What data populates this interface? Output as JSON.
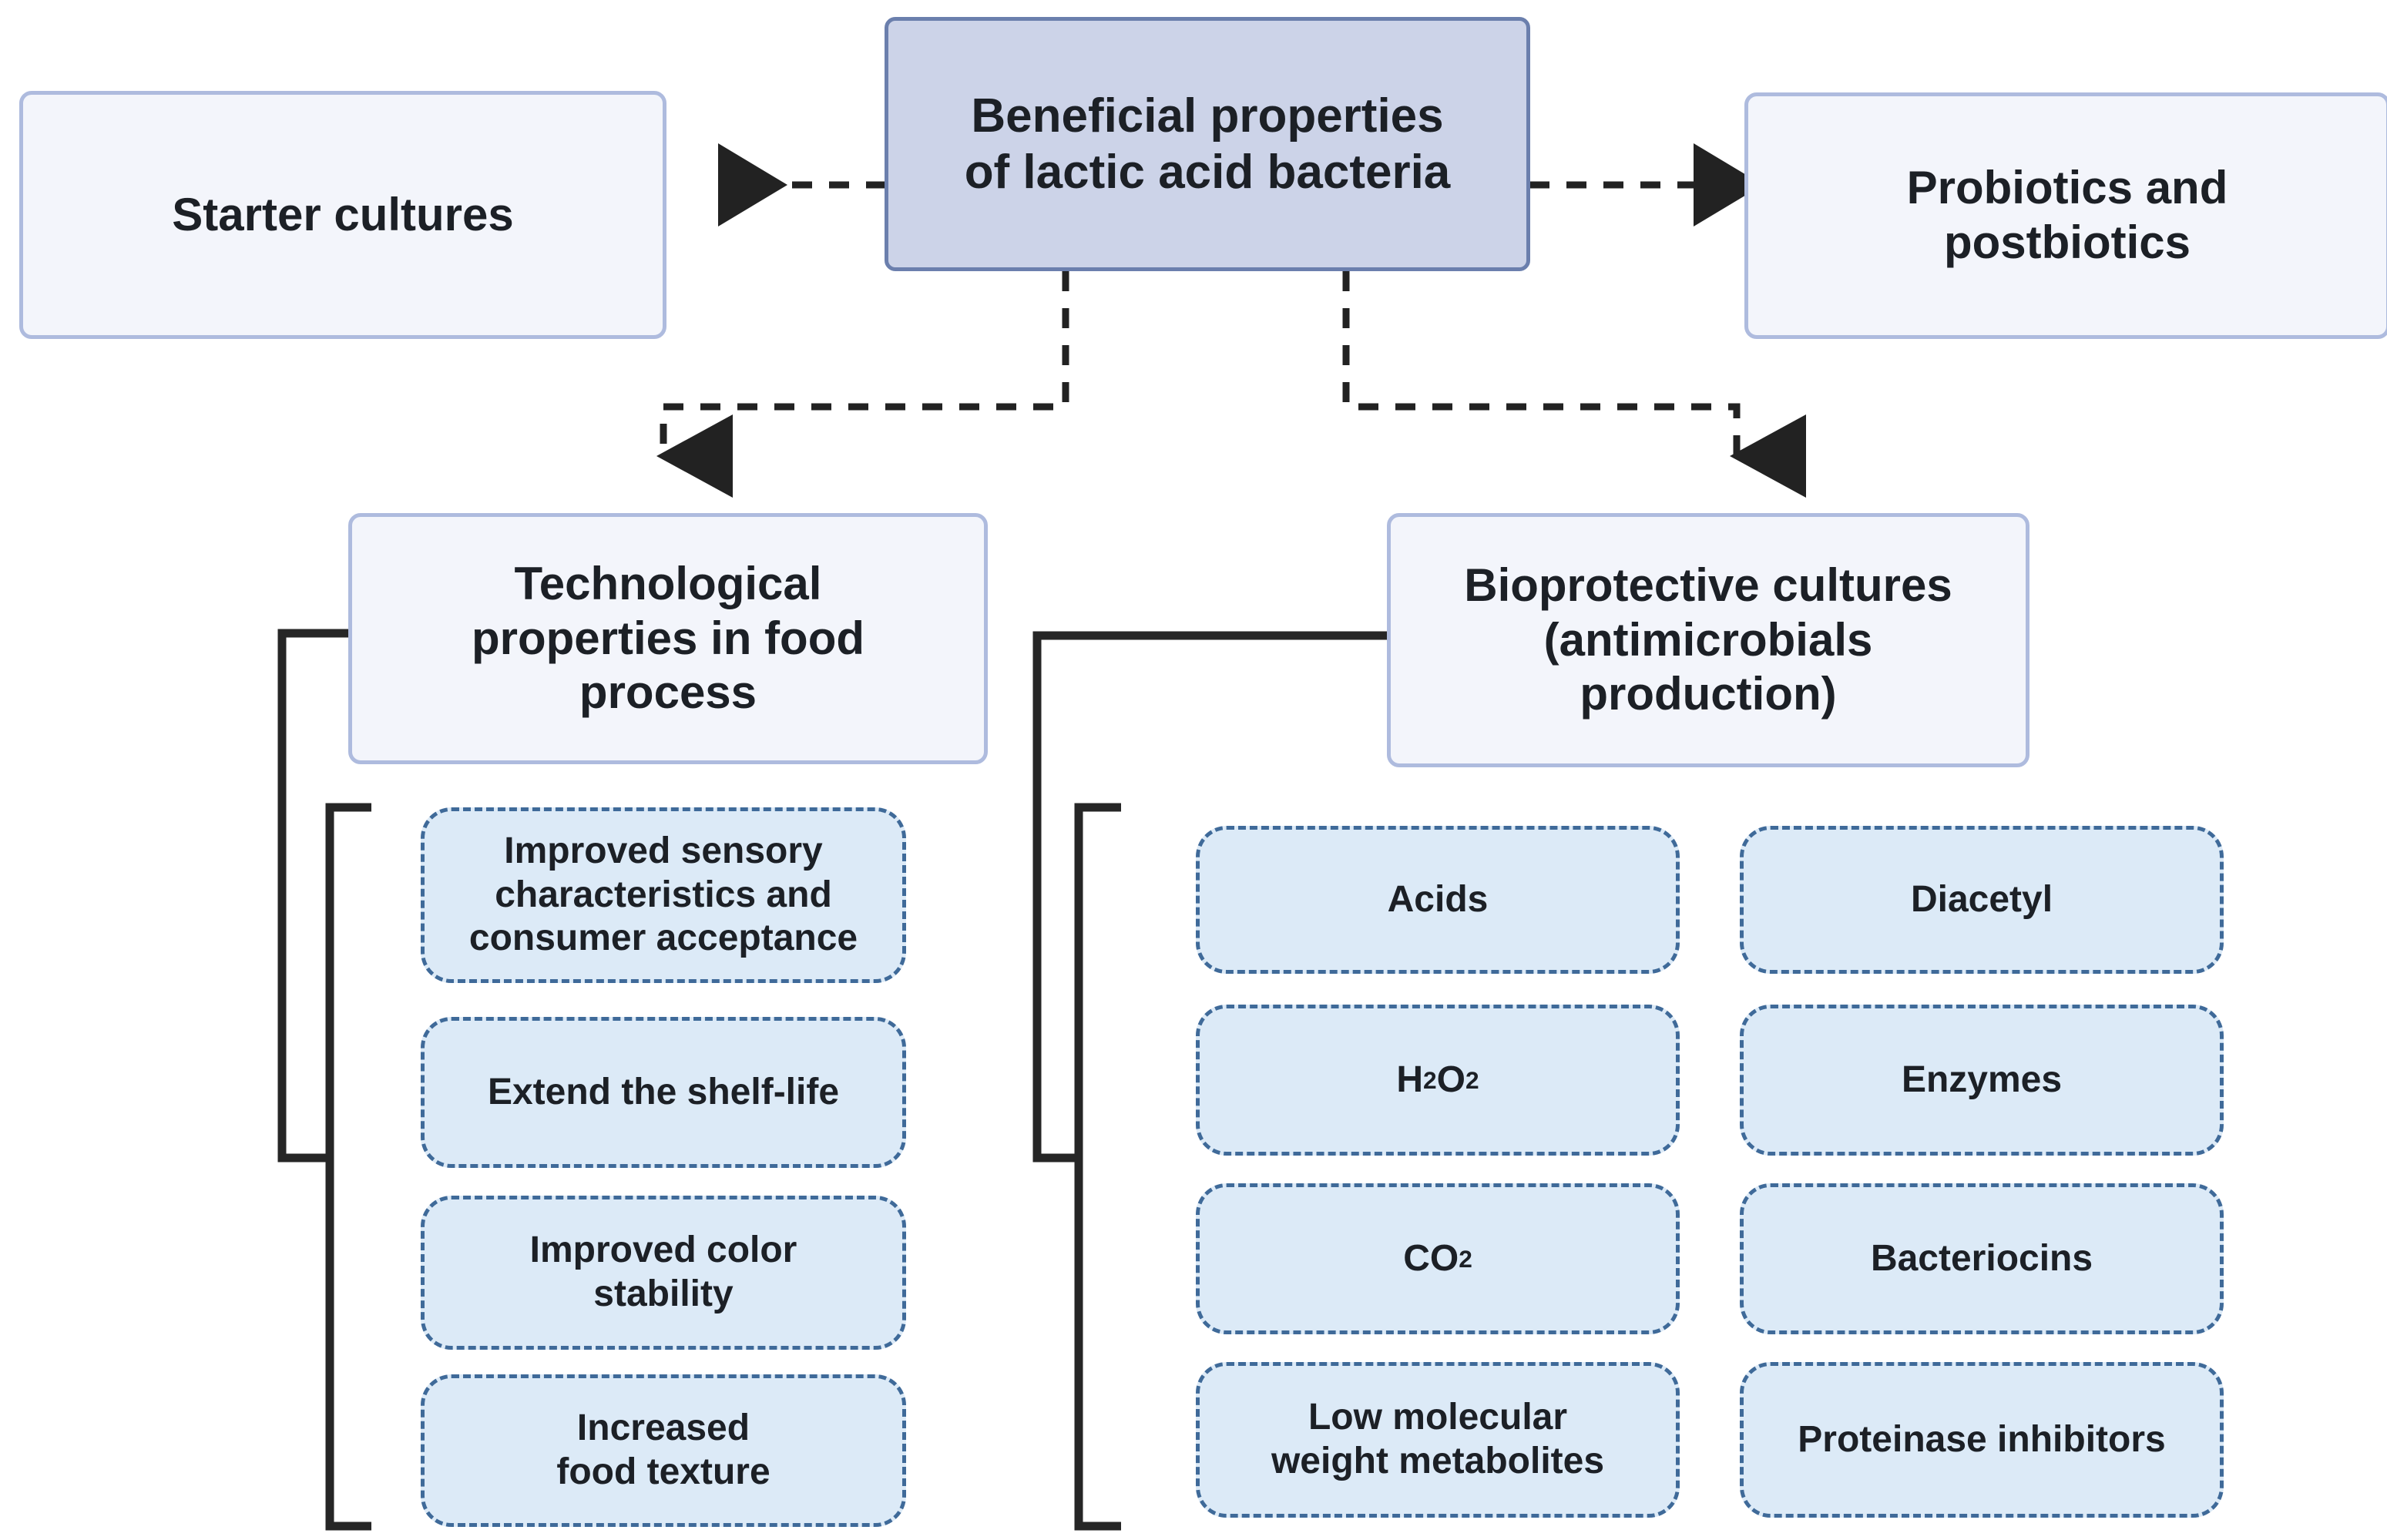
{
  "diagram": {
    "title": "Beneficial properties of lactic acid bacteria",
    "colors": {
      "root_fill": "#ccd3e8",
      "root_border": "#6b7fad",
      "plain_fill": "#f3f5fb",
      "plain_border": "#aebbde",
      "chip_fill": "#dceaf7",
      "chip_border": "#3f6a99",
      "connector": "#222222",
      "text": "#1c2026"
    },
    "root": {
      "label": "Beneficial properties\nof lactic acid bacteria"
    },
    "branches": {
      "left_top": {
        "label": "Starter cultures"
      },
      "right_top": {
        "label": "Probiotics and\npostbiotics"
      },
      "left_mid": {
        "label": "Technological\nproperties in food\nprocess"
      },
      "right_mid": {
        "label": "Bioprotective cultures\n(antimicrobials\nproduction)"
      }
    },
    "technological_items": [
      {
        "label": "Improved sensory\ncharacteristics and\nconsumer acceptance"
      },
      {
        "label": "Extend the shelf-life"
      },
      {
        "label": "Improved color\nstability"
      },
      {
        "label": "Increased\nfood texture"
      }
    ],
    "antimicrobial_items_column1": [
      {
        "label": "Acids",
        "html": "Acids"
      },
      {
        "label": "H2O2",
        "html": "H<sub>2</sub>O<sub>2</sub>"
      },
      {
        "label": "CO2",
        "html": "CO<sub>2</sub>"
      },
      {
        "label": "Low molecular weight metabolites",
        "html": "Low molecular<br>weight metabolites"
      }
    ],
    "antimicrobial_items_column2": [
      {
        "label": "Diacetyl",
        "html": "Diacetyl"
      },
      {
        "label": "Enzymes",
        "html": "Enzymes"
      },
      {
        "label": "Bacteriocins",
        "html": "Bacteriocins"
      },
      {
        "label": "Proteinase inhibitors",
        "html": "Proteinase inhibitors"
      }
    ]
  }
}
